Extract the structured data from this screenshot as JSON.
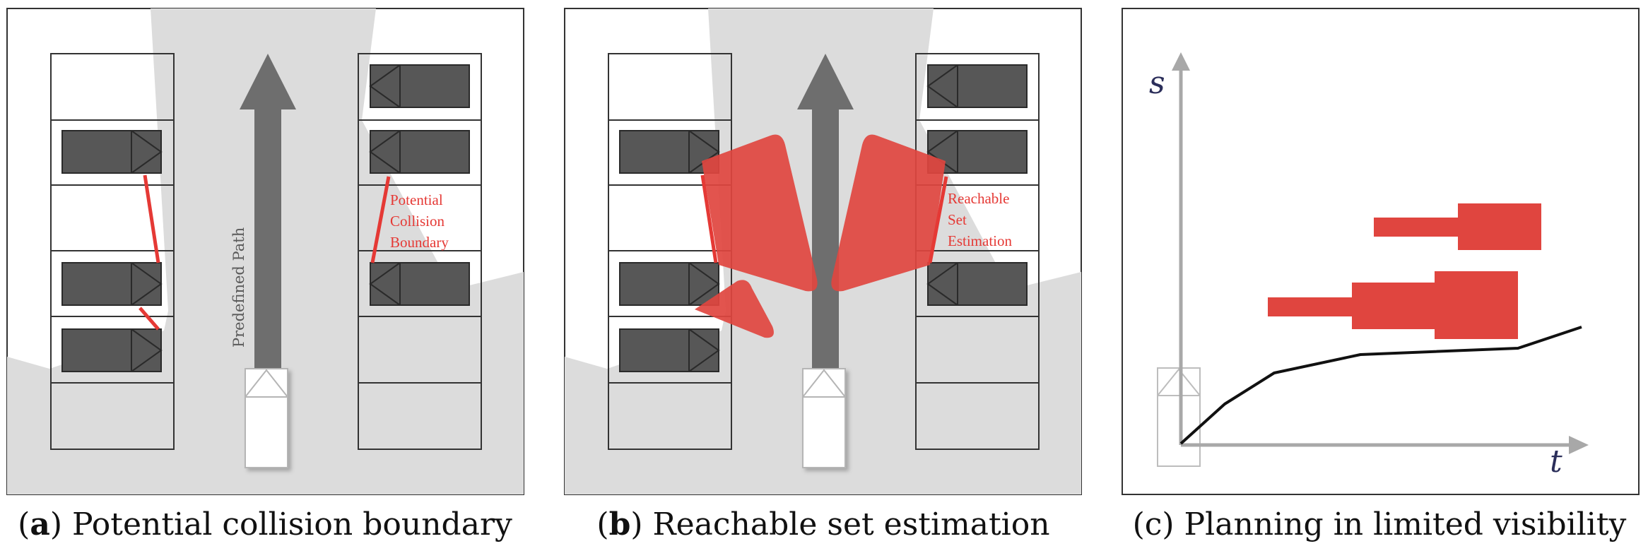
{
  "colors": {
    "accent_red": "#e53935",
    "region_red": "#e0453f",
    "car_dark": "#575757",
    "path_gray": "#6e6e6e",
    "shade_gray": "#dcdcdc",
    "axis_gray": "#a8a8a8",
    "axis_label_navy": "#2b2e5a"
  },
  "panels": [
    {
      "id": "a",
      "annotation_lines": [
        "Potential",
        "Collision",
        "Boundary"
      ],
      "path_label": "Predefined Path",
      "caption": {
        "letter": "a",
        "text": "Potential collision boundary"
      }
    },
    {
      "id": "b",
      "annotation_lines": [
        "Reachable",
        "Set",
        "Estimation"
      ],
      "caption": {
        "letter": "b",
        "text": "Reachable set estimation"
      }
    },
    {
      "id": "c",
      "axis_y_label": "s",
      "axis_x_label": "t",
      "caption": {
        "letter": "c",
        "text": "Planning in limited visibility"
      }
    }
  ],
  "icons": [
    "up-arrow-icon",
    "ego-vehicle-icon",
    "parked-car-icon"
  ]
}
